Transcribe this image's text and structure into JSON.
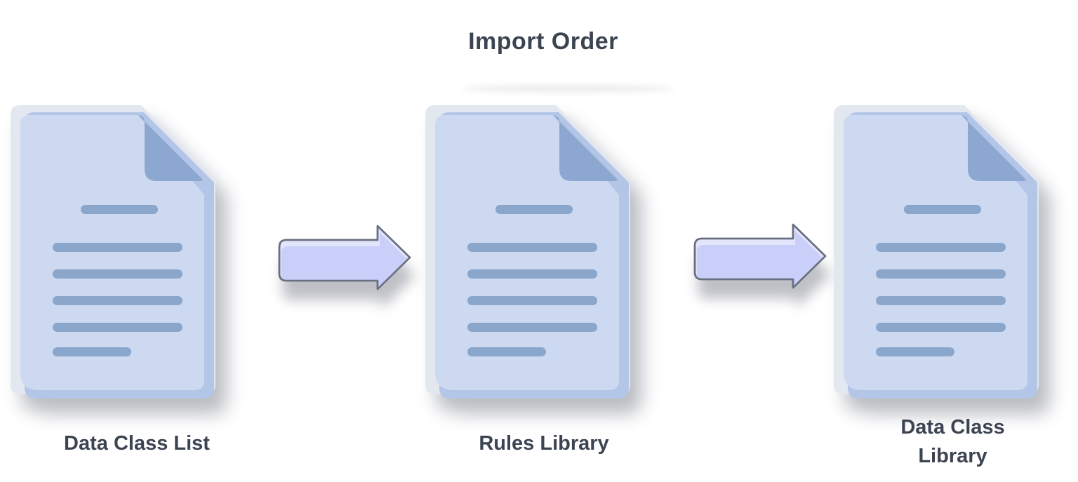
{
  "title": "Import Order",
  "nodes": [
    {
      "id": "data-class-list",
      "label": "Data Class List",
      "icon": "document-icon"
    },
    {
      "id": "rules-library",
      "label": "Rules Library",
      "icon": "document-icon"
    },
    {
      "id": "data-class-library",
      "label": "Data Class Library",
      "icon": "document-icon"
    }
  ],
  "arrows": [
    {
      "id": "arrow-1",
      "from": "data-class-list",
      "to": "rules-library",
      "icon": "right-arrow-icon"
    },
    {
      "id": "arrow-2",
      "from": "rules-library",
      "to": "data-class-library",
      "icon": "right-arrow-icon"
    }
  ],
  "colors": {
    "title-text": "#3c4452",
    "doc-body": "#ccd9f1",
    "doc-fold": "#8ca8d1",
    "doc-under": "#b3c6e8",
    "doc-back": "#e3e7ef",
    "doc-line": "#8ba6cb",
    "arrow-fill": "#c9cff8",
    "arrow-rim": "#e2e5fc",
    "arrow-stroke": "#6a7080"
  }
}
